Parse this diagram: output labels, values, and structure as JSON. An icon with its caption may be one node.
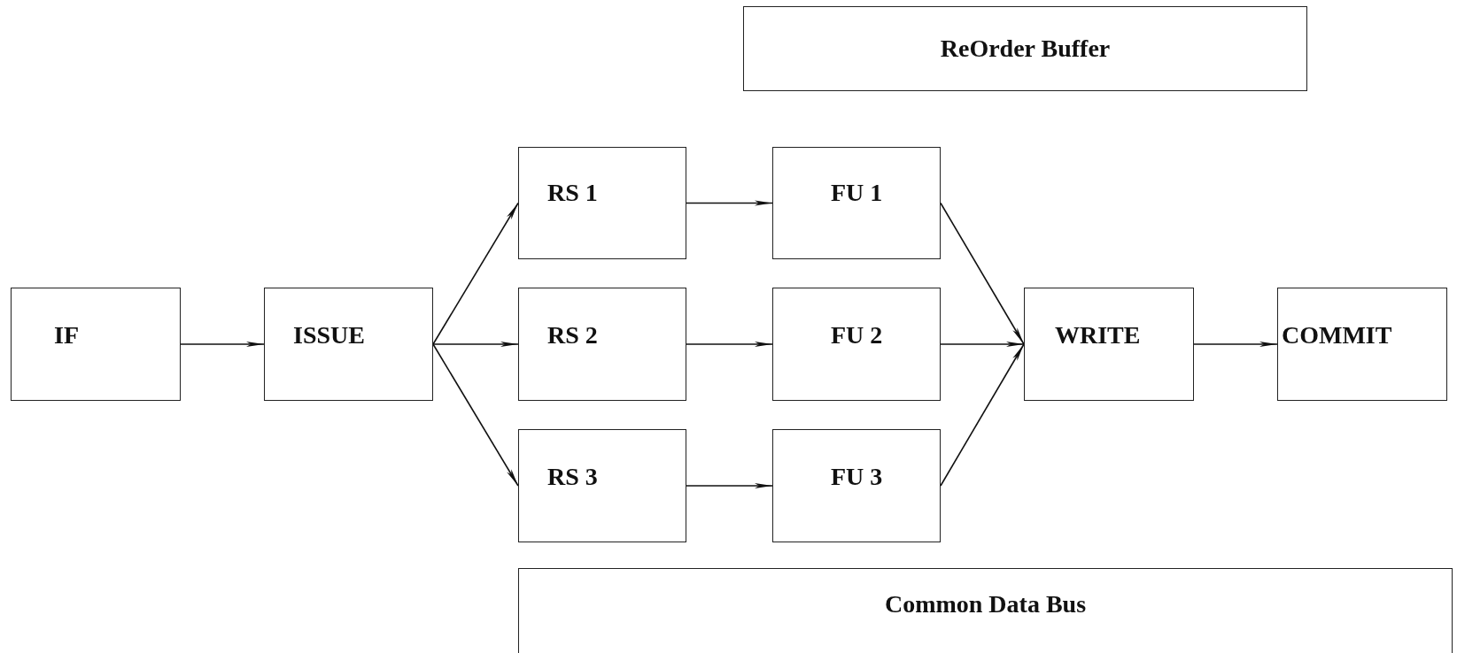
{
  "diagram": {
    "nodes": [
      {
        "text": [
          "ReOrder Buffer"
        ]
      },
      {
        "text": [
          "IF"
        ]
      },
      {
        "text": [
          "ISSUE"
        ]
      },
      {
        "text": [
          "RS 1"
        ]
      },
      {
        "text": [
          "RS 2"
        ]
      },
      {
        "text": [
          "RS 3"
        ]
      },
      {
        "text": [
          "FU 1"
        ]
      },
      {
        "text": [
          "FU 2"
        ]
      },
      {
        "text": [
          "FU 3"
        ]
      },
      {
        "text": [
          "WRITE"
        ]
      },
      {
        "text": [
          "COMMIT"
        ]
      },
      {
        "text": [
          "Common Data Bus"
        ]
      }
    ],
    "edges": [
      {
        "from": 1,
        "to": 2,
        "arrow": "to"
      },
      {
        "from": 2,
        "to": 3,
        "arrow": "to"
      },
      {
        "from": 2,
        "to": 4,
        "arrow": "to"
      },
      {
        "from": 2,
        "to": 5,
        "arrow": "to"
      },
      {
        "from": 3,
        "to": 6,
        "arrow": "to"
      },
      {
        "from": 4,
        "to": 7,
        "arrow": "to"
      },
      {
        "from": 5,
        "to": 8,
        "arrow": "to"
      },
      {
        "from": 6,
        "to": 9,
        "arrow": "to"
      },
      {
        "from": 7,
        "to": 9,
        "arrow": "to"
      },
      {
        "from": 8,
        "to": 9,
        "arrow": "to"
      },
      {
        "from": 9,
        "to": 10,
        "arrow": "to"
      }
    ]
  }
}
